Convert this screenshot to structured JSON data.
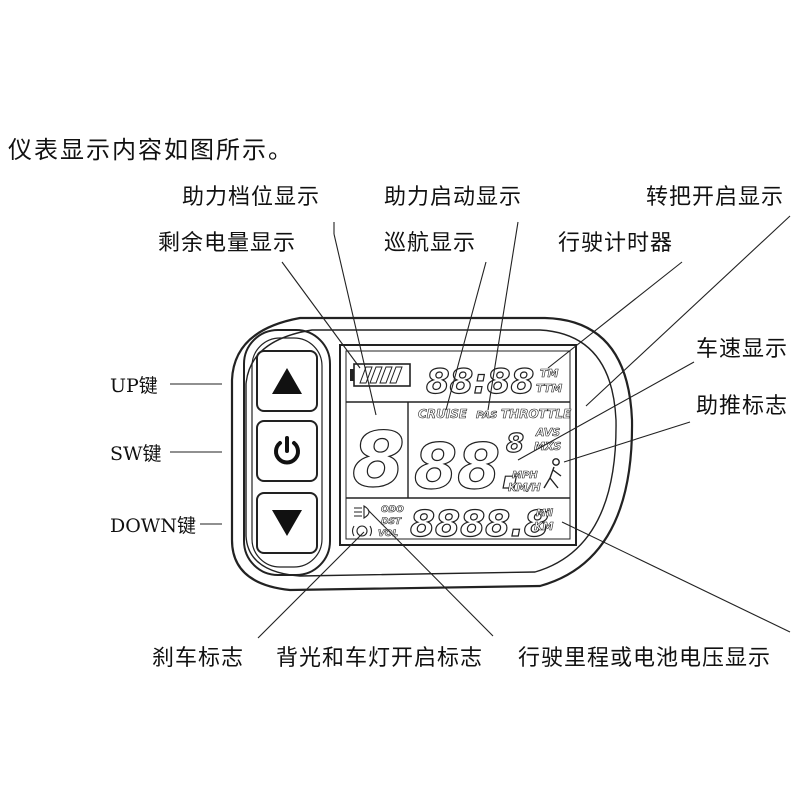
{
  "intro": "仪表显示内容如图所示。",
  "labels": {
    "assist_level": "助力档位显示",
    "assist_start": "助力启动显示",
    "throttle_on": "转把开启显示",
    "battery": "剩余电量显示",
    "cruise": "巡航显示",
    "timer": "行驶计时器",
    "speed": "车速显示",
    "push_assist": "助推标志",
    "brake": "刹车标志",
    "backlight": "背光和车灯开启标志",
    "odometer": "行驶里程或电池电压显示"
  },
  "keys": {
    "up": "UP键",
    "sw": "SW键",
    "down": "DOWN键"
  },
  "lcd": {
    "time": "88:88",
    "tm": "TM",
    "ttm": "TTM",
    "cruise": "CRUISE",
    "pas": "PAS",
    "throttle": "THROTTLE",
    "level": "8",
    "speed": "88.",
    "speed_decimal": "8",
    "avs": "AVS",
    "mxs": "MXS",
    "mph": "MPH",
    "kmh": "KM/H",
    "odo": "ODO",
    "dst": "DST",
    "vol": "VOL",
    "distance": "8888.8",
    "mil": "Mil",
    "km": "KM"
  }
}
